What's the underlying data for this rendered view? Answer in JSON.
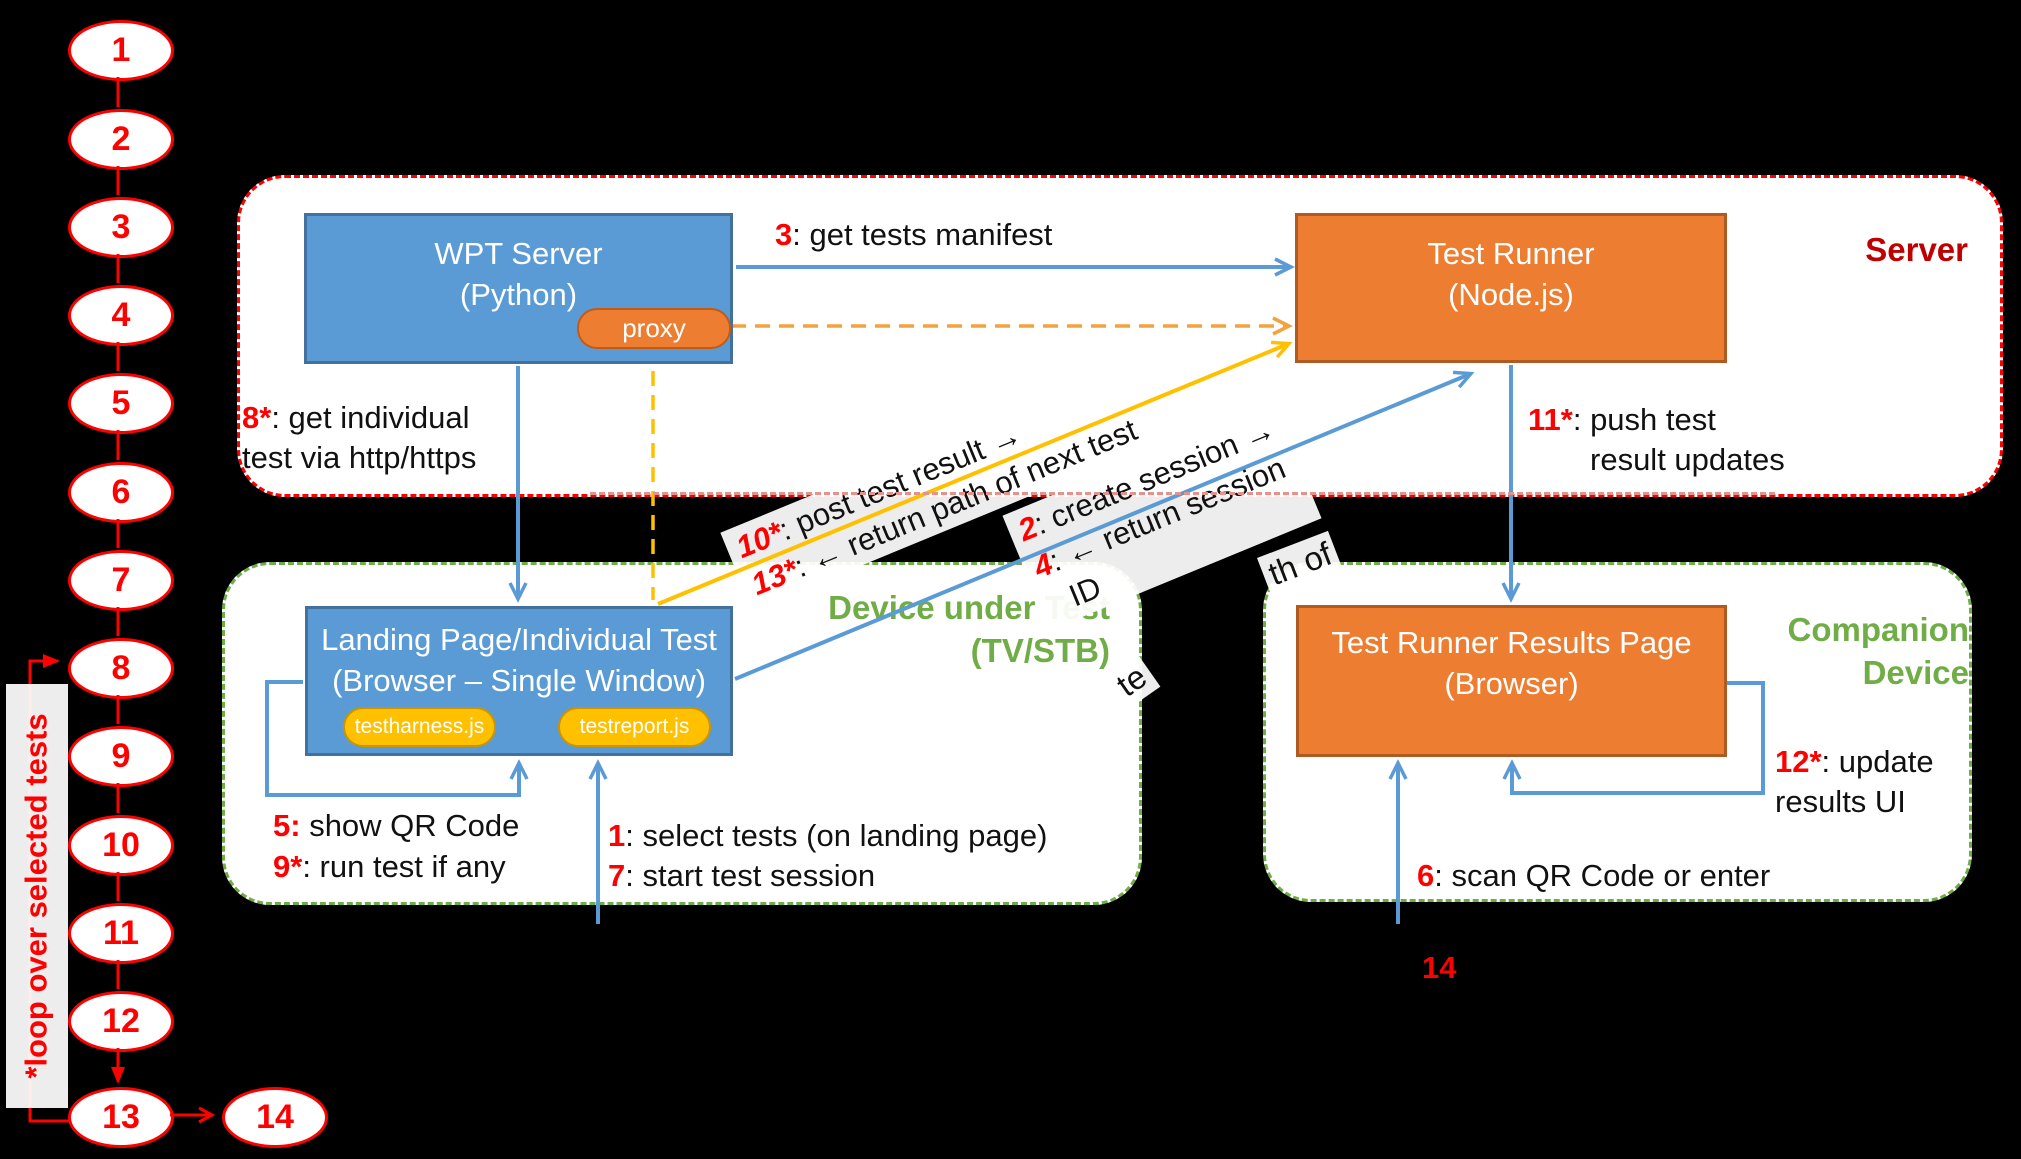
{
  "chain": {
    "steps": [
      "1",
      "2",
      "3",
      "4",
      "5",
      "6",
      "7",
      "8",
      "9",
      "10",
      "11",
      "12",
      "13",
      "14"
    ],
    "loop_label": "*loop over selected tests"
  },
  "server_group": {
    "label": "Server",
    "wpt_server": {
      "line1": "WPT Server",
      "line2": "(Python)"
    },
    "proxy": "proxy",
    "test_runner": {
      "line1": "Test Runner",
      "line2": "(Node.js)"
    }
  },
  "dut_group": {
    "label_line1": "Device under Test",
    "label_line2": "(TV/STB)",
    "landing_page": {
      "line1": "Landing Page/Individual Test",
      "line2": "(Browser – Single Window)"
    },
    "pills": {
      "harness": "testharness.js",
      "report": "testreport.js"
    }
  },
  "companion_group": {
    "label_line1": "Companion",
    "label_line2": "Device",
    "results_page": {
      "line1": "Test Runner Results Page",
      "line2": "(Browser)"
    }
  },
  "annotations": {
    "a3": {
      "num": "3",
      "text": ": get tests manifest"
    },
    "a8": {
      "num": "8*",
      "text": ": get individual",
      "text2": "test via http/https"
    },
    "a11": {
      "num": "11*",
      "text": ": push test",
      "text2": "result updates"
    },
    "a5": {
      "num": "5:",
      "text": " show QR Code"
    },
    "a9": {
      "num": "9*",
      "text": ": run test if any"
    },
    "a1": {
      "num": "1",
      "text": ": select tests (on landing page)"
    },
    "a7": {
      "num": "7",
      "text": ": start test session"
    },
    "a12": {
      "num": "12*",
      "text": ": update",
      "text2": "results UI"
    },
    "a6": {
      "num": "6",
      "text": ": scan QR Code or enter"
    },
    "a14": {
      "num": "14"
    }
  },
  "diagonal_labels": {
    "post": {
      "num": "10*",
      "text": ": post test result →"
    },
    "path": {
      "num": "13*",
      "text": ": ← return path of next test"
    },
    "create": {
      "num": "2",
      "text": ": create session →"
    },
    "return": {
      "num": "4",
      "text": ": ← return session"
    },
    "return2": "ID"
  },
  "fragments": {
    "f_te": "te",
    "f_thof": "th of"
  },
  "colors": {
    "background": "#000000",
    "box_blue": "#5B9BD5",
    "box_orange": "#ED7D31",
    "pill_yellow": "#FFC000",
    "line_blue": "#5B9BD5",
    "line_yellow": "#FFC000",
    "line_orange_dashed": "#F2A33C",
    "chain_red": "#FF0000",
    "server_label_red": "#C00000",
    "green": "#70AD47",
    "pale_dash": "#E2938B"
  }
}
